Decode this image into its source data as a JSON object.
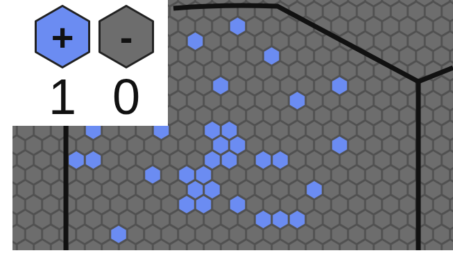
{
  "diagram": {
    "nodes": [
      {
        "text": [
          "+"
        ]
      },
      {
        "text": [
          "-"
        ]
      }
    ],
    "labels": [
      "1",
      "0"
    ]
  }
}
